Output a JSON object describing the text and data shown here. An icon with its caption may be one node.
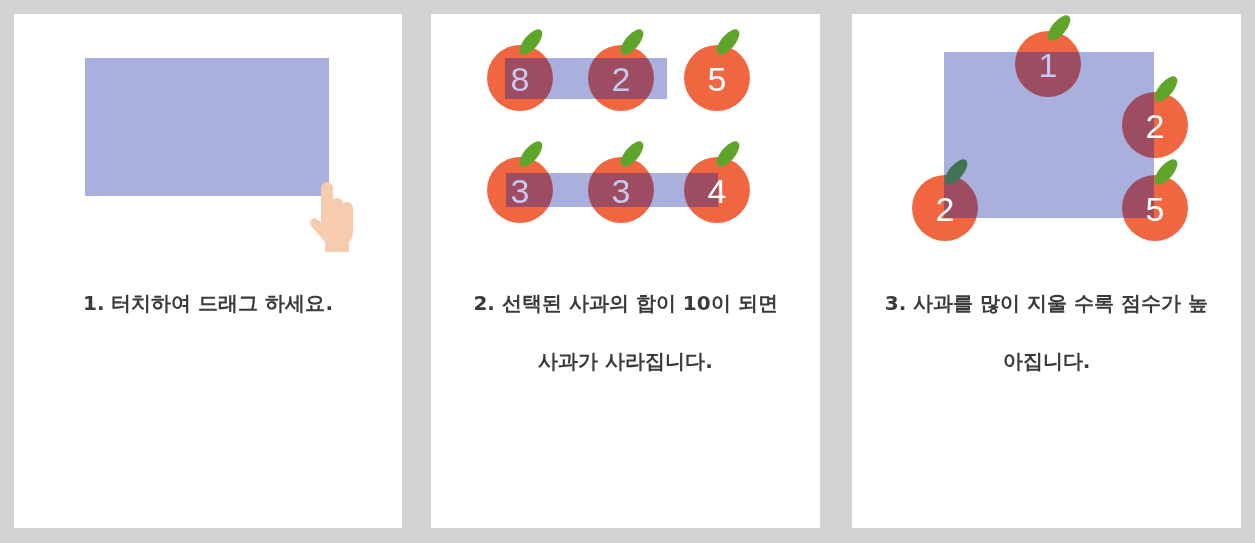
{
  "diagram": {
    "nodes": [
      {
        "text": [
          "1. 터치하여 드래그 하세요."
        ]
      },
      {
        "text": [],
        "shape": "box",
        "in": 0
      },
      {
        "text": [
          "2. 선택된 사과의 합이 10이 되면 사과가 사라집니다."
        ]
      },
      {
        "text": [
          "8"
        ],
        "in": 2
      },
      {
        "text": [
          "2"
        ],
        "in": 2
      },
      {
        "text": [
          "5"
        ],
        "in": 2
      },
      {
        "text": [],
        "shape": "box",
        "in": 2
      },
      {
        "text": [
          "3"
        ],
        "in": 2
      },
      {
        "text": [
          "3"
        ],
        "in": 2
      },
      {
        "text": [
          "4"
        ],
        "in": 2
      },
      {
        "text": [],
        "shape": "box",
        "in": 2
      },
      {
        "text": [
          "3. 사과를 많이 지울 수록 점수가 높아집니다."
        ]
      },
      {
        "text": [
          "1"
        ],
        "in": 11
      },
      {
        "text": [],
        "shape": "box",
        "in": 11
      },
      {
        "text": [
          "2"
        ],
        "in": 11
      },
      {
        "text": [
          "2"
        ],
        "in": 11
      },
      {
        "text": [
          "5"
        ],
        "in": 11
      }
    ]
  }
}
